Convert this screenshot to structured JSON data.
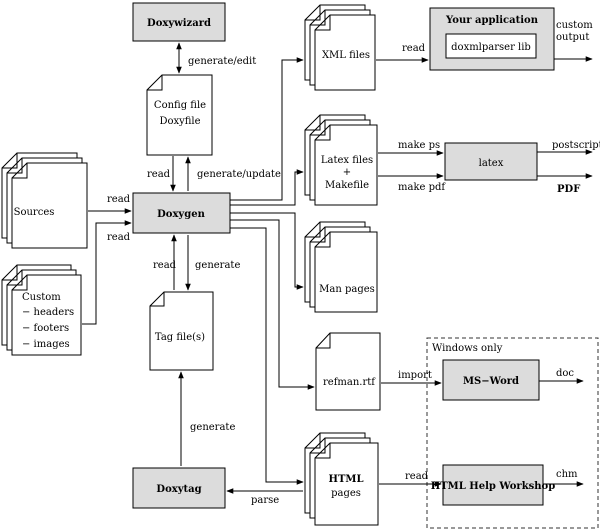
{
  "tools": {
    "doxywizard": "Doxywizard",
    "doxygen": "Doxygen",
    "doxytag": "Doxytag",
    "your_application": "Your application",
    "doxmlparser": "doxmlparser lib",
    "latex": "latex",
    "msword": "MS−Word",
    "html_help_workshop": "HTML Help Workshop"
  },
  "documents": {
    "config_line1": "Config file",
    "config_line2": "Doxyfile",
    "sources": "Sources",
    "custom": "Custom",
    "custom_items": [
      "− headers",
      "− footers",
      "− images"
    ],
    "tag_files": "Tag file(s)",
    "xml_files": "XML files",
    "latex_line1": "Latex files",
    "latex_line2": "+",
    "latex_line3": "Makefile",
    "man_pages": "Man pages",
    "refman": "refman.rtf",
    "html_line1": "HTML",
    "html_line2": "pages"
  },
  "edge_labels": {
    "generate_edit": "generate/edit",
    "read_config": "read",
    "generate_update": "generate/update",
    "read_sources": "read",
    "read_custom": "read",
    "read_tag": "read",
    "generate_tag": "generate",
    "generate_doxytag": "generate",
    "parse": "parse",
    "read_xml": "read",
    "make_ps": "make ps",
    "make_pdf": "make pdf",
    "import": "import",
    "read_html": "read"
  },
  "outputs": {
    "custom_output_line1": "custom",
    "custom_output_line2": "output",
    "postscript": "postscript",
    "pdf": "PDF",
    "doc": "doc",
    "chm": "chm"
  },
  "windows_only": "Windows only"
}
